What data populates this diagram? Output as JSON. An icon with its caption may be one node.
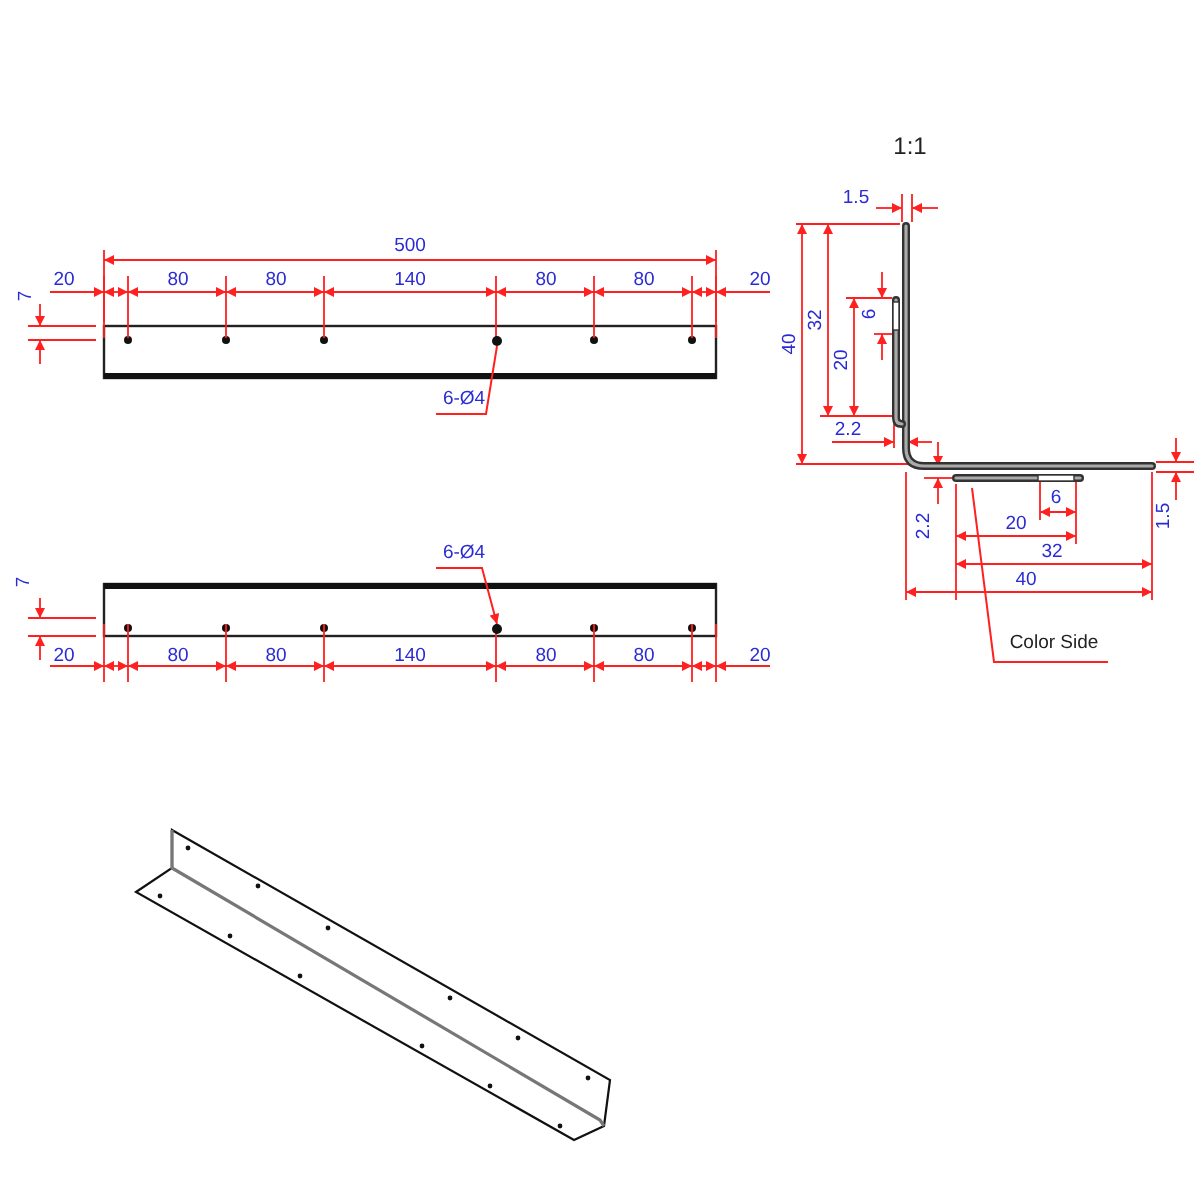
{
  "diagram": {
    "nodes": [
      {
        "text": [],
        "shape": "picture"
      },
      {
        "text": [
          "6-Ø4"
        ]
      },
      {
        "text": [],
        "shape": "circle"
      },
      {
        "text": [
          "Color Side"
        ]
      },
      {
        "text": [
          "6-Ø4"
        ]
      },
      {
        "text": [],
        "shape": "circle"
      }
    ],
    "edges": [
      {
        "from": 1,
        "to": 2,
        "arrow": "none"
      },
      {
        "from": 3,
        "to": 0,
        "arrow": "none"
      },
      {
        "from": 4,
        "to": 5,
        "arrow": "to"
      }
    ],
    "labels": [
      "1:1",
      "500",
      "20",
      "80",
      "80",
      "140",
      "80",
      "80",
      "20",
      "7",
      "1.5",
      "40",
      "32",
      "20",
      "6",
      "2.2",
      "2.2",
      "20",
      "6",
      "32",
      "40",
      "1.5",
      "7",
      "20",
      "80",
      "80",
      "140",
      "80",
      "80",
      "20"
    ]
  }
}
